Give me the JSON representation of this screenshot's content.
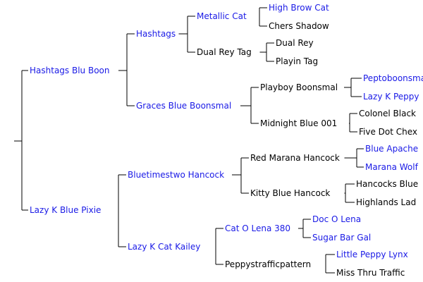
{
  "pedigree": {
    "sire": {
      "name": "Hashtags Blu Boon",
      "linked": true,
      "sire": {
        "name": "Hashtags",
        "linked": true,
        "sire": {
          "name": "Metallic Cat",
          "linked": true,
          "sire": {
            "name": "High Brow Cat",
            "linked": true
          },
          "dam": {
            "name": "Chers Shadow",
            "linked": false
          }
        },
        "dam": {
          "name": "Dual Rey Tag",
          "linked": false,
          "sire": {
            "name": "Dual Rey",
            "linked": false
          },
          "dam": {
            "name": "Playin Tag",
            "linked": false
          }
        }
      },
      "dam": {
        "name": "Graces Blue Boonsmal",
        "linked": true,
        "sire": {
          "name": "Playboy Boonsmal",
          "linked": false,
          "sire": {
            "name": "Peptoboonsmal",
            "linked": true
          },
          "dam": {
            "name": "Lazy K Peppy",
            "linked": true
          }
        },
        "dam": {
          "name": "Midnight Blue 001",
          "linked": false,
          "sire": {
            "name": "Colonel Black",
            "linked": false
          },
          "dam": {
            "name": "Five Dot Chex",
            "linked": false
          }
        }
      }
    },
    "dam": {
      "name": "Lazy K Blue Pixie",
      "linked": true,
      "sire": {
        "name": "Bluetimestwo Hancock",
        "linked": true,
        "sire": {
          "name": "Red Marana Hancock",
          "linked": false,
          "sire": {
            "name": "Blue Apache",
            "linked": true
          },
          "dam": {
            "name": "Marana Wolf",
            "linked": true
          }
        },
        "dam": {
          "name": "Kitty Blue Hancock",
          "linked": false,
          "sire": {
            "name": "Hancocks Blue",
            "linked": false
          },
          "dam": {
            "name": "Highlands Lad",
            "linked": false
          }
        }
      },
      "dam": {
        "name": "Lazy K Cat Kailey",
        "linked": true,
        "sire": {
          "name": "Cat O Lena 380",
          "linked": true,
          "sire": {
            "name": "Doc O Lena",
            "linked": true
          },
          "dam": {
            "name": "Sugar Bar Gal",
            "linked": true
          }
        },
        "dam": {
          "name": "Peppystrafficpattern",
          "linked": false,
          "sire": {
            "name": "Little Peppy Lynx",
            "linked": true
          },
          "dam": {
            "name": "Miss Thru Traffic",
            "linked": false
          }
        }
      }
    }
  },
  "colors": {
    "link": "#1a1ae6",
    "text": "#000000",
    "line": "#000000"
  }
}
